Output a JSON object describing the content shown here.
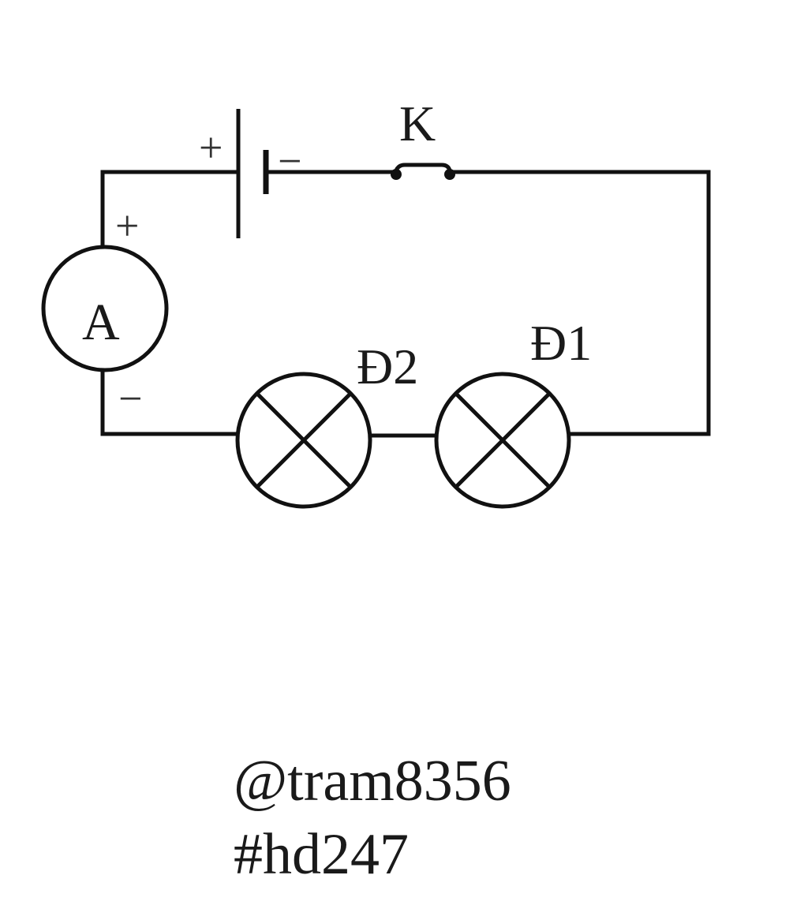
{
  "diagram": {
    "switch_label": "K",
    "ammeter_label": "A",
    "lamp1_label": "Đ1",
    "lamp2_label": "Đ2",
    "battery_plus": "+",
    "battery_minus": "−",
    "ammeter_plus": "+",
    "ammeter_minus": "−"
  },
  "credits": {
    "user": "@tram8356",
    "tag": "#hd247"
  },
  "colors": {
    "line": "#111111",
    "background": "#ffffff"
  }
}
